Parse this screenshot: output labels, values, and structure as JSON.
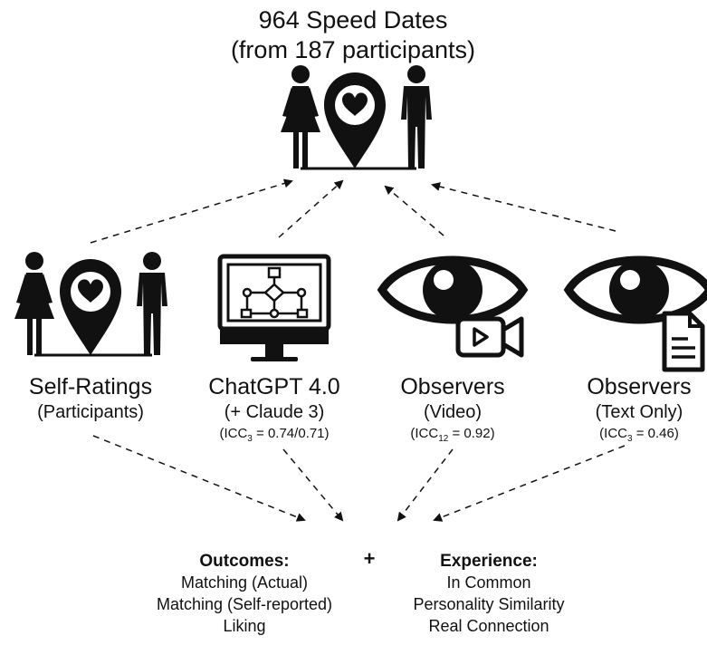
{
  "title": {
    "line1": "964 Speed Dates",
    "line2": "(from 187 participants)"
  },
  "sources": [
    {
      "name": "Self-Ratings",
      "sub": "(Participants)",
      "icc_prefix": "",
      "icc_sub": "",
      "icc_value": ""
    },
    {
      "name": "ChatGPT 4.0",
      "sub": "(+ Claude 3)",
      "icc_prefix": "(ICC",
      "icc_sub": "3",
      "icc_value": "= 0.74/0.71)"
    },
    {
      "name": "Observers",
      "sub": "(Video)",
      "icc_prefix": "(ICC",
      "icc_sub": "12",
      "icc_value": "= 0.92)"
    },
    {
      "name": "Observers",
      "sub": "(Text Only)",
      "icc_prefix": "(ICC",
      "icc_sub": "3",
      "icc_value": "= 0.46)"
    }
  ],
  "plus_sign": "+",
  "outcomes": {
    "heading": "Outcomes:",
    "items": [
      "Matching (Actual)",
      "Matching (Self-reported)",
      "Liking"
    ]
  },
  "experience": {
    "heading": "Experience:",
    "items": [
      "In Common",
      "Personality Similarity",
      "Real Connection"
    ]
  },
  "icons": [
    "couple-map-pin-icon",
    "couple-map-pin-icon",
    "computer-flowchart-icon",
    "eye-video-icon",
    "eye-document-icon"
  ],
  "colors": {
    "ink": "#111111",
    "background": "#ffffff"
  }
}
